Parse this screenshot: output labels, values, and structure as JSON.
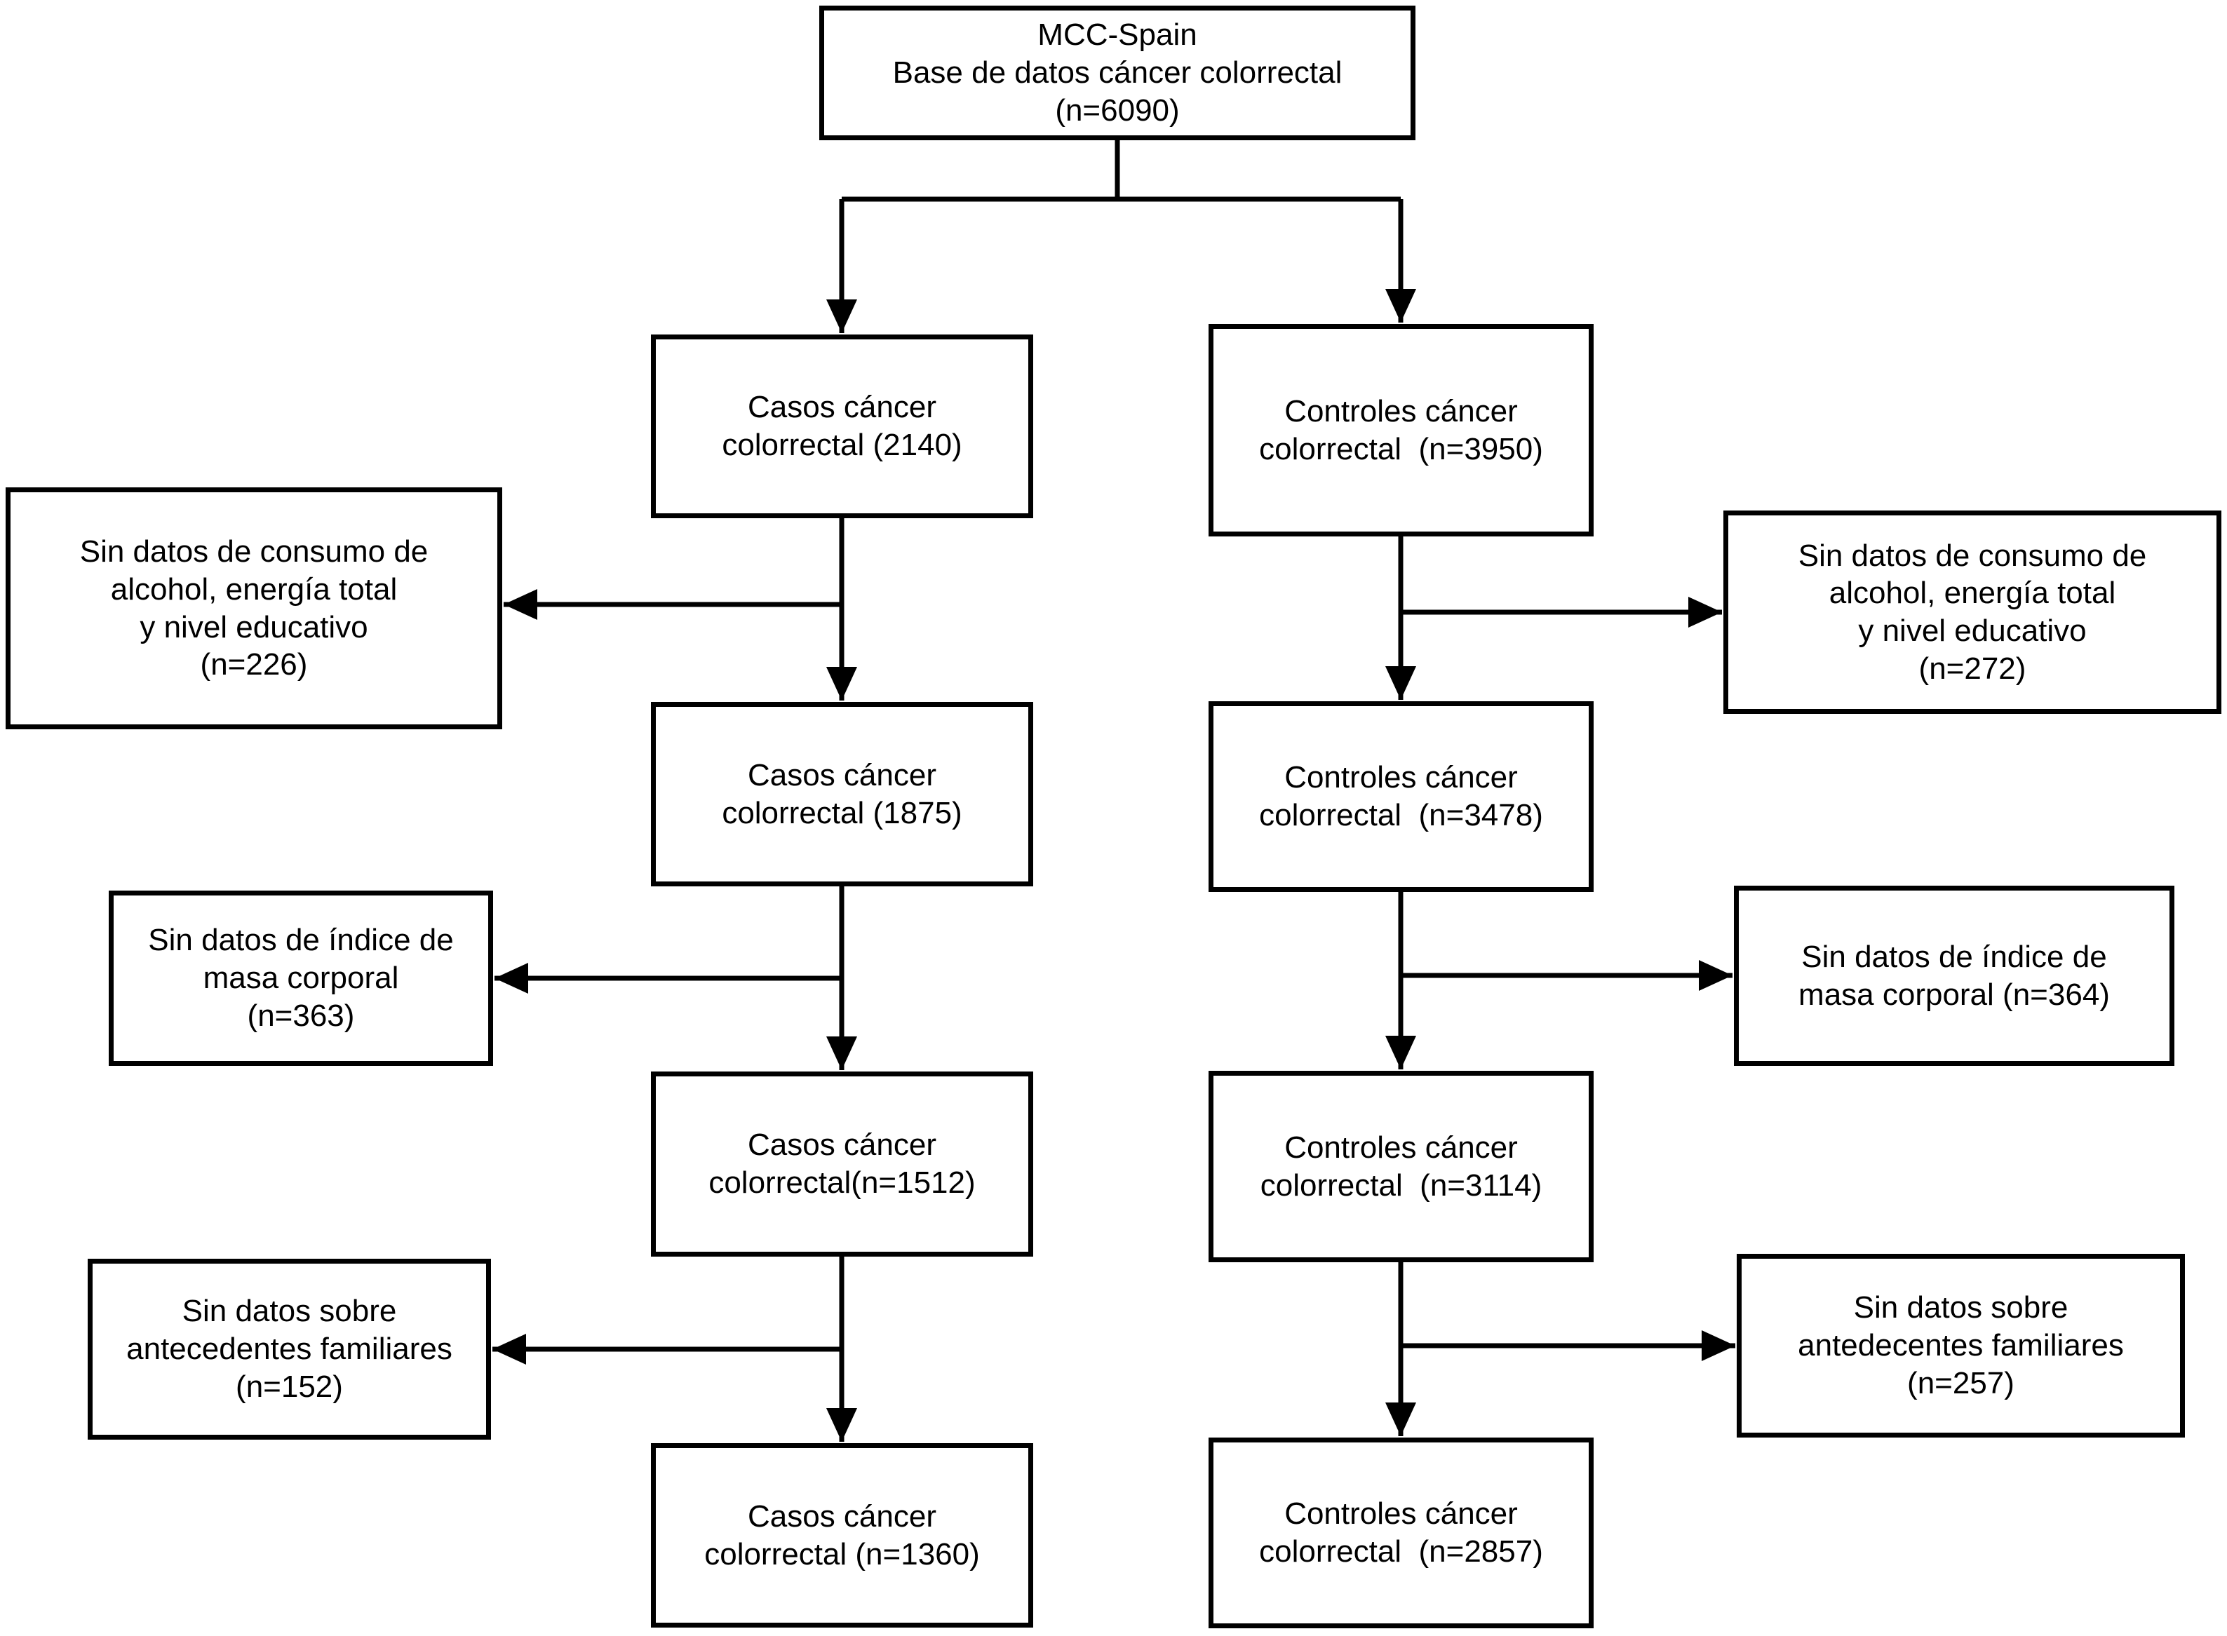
{
  "diagram": {
    "kind": "study-flowchart",
    "colors": {
      "background": "#ffffff",
      "line": "#000000",
      "box_border": "#000000",
      "text": "#000000"
    },
    "nodes": {
      "database": {
        "text": "MCC-Spain\nBase de datos cáncer colorrectal\n(n=6090)"
      },
      "cases": [
        {
          "n": 2140,
          "text": "Casos cáncer\ncolorrectal (2140)"
        },
        {
          "n": 1875,
          "text": "Casos cáncer\ncolorrectal (1875)"
        },
        {
          "n": 1512,
          "text": "Casos cáncer\ncolorrectal(n=1512)"
        },
        {
          "n": 1360,
          "text": "Casos cáncer\ncolorrectal (n=1360)"
        }
      ],
      "controls": [
        {
          "n": 3950,
          "text": "Controles cáncer\ncolorrectal  (n=3950)"
        },
        {
          "n": 3478,
          "text": "Controles cáncer\ncolorrectal  (n=3478)"
        },
        {
          "n": 3114,
          "text": "Controles cáncer\ncolorrectal  (n=3114)"
        },
        {
          "n": 2857,
          "text": "Controles cáncer\ncolorrectal  (n=2857)"
        }
      ],
      "exclusions_cases": [
        {
          "n": 226,
          "text": "Sin datos de consumo de\nalcohol, energía total\ny nivel educativo\n(n=226)"
        },
        {
          "n": 363,
          "text": "Sin datos de índice de\nmasa corporal\n(n=363)"
        },
        {
          "n": 152,
          "text": "Sin datos sobre\nantecedentes familiares\n(n=152)"
        }
      ],
      "exclusions_controls": [
        {
          "n": 272,
          "text": "Sin datos de consumo de\nalcohol, energía total\ny nivel educativo\n(n=272)"
        },
        {
          "n": 364,
          "text": "Sin datos de índice de\nmasa corporal (n=364)"
        },
        {
          "n": 257,
          "text": "Sin datos sobre\nantedecentes familiares\n(n=257)"
        }
      ]
    }
  }
}
